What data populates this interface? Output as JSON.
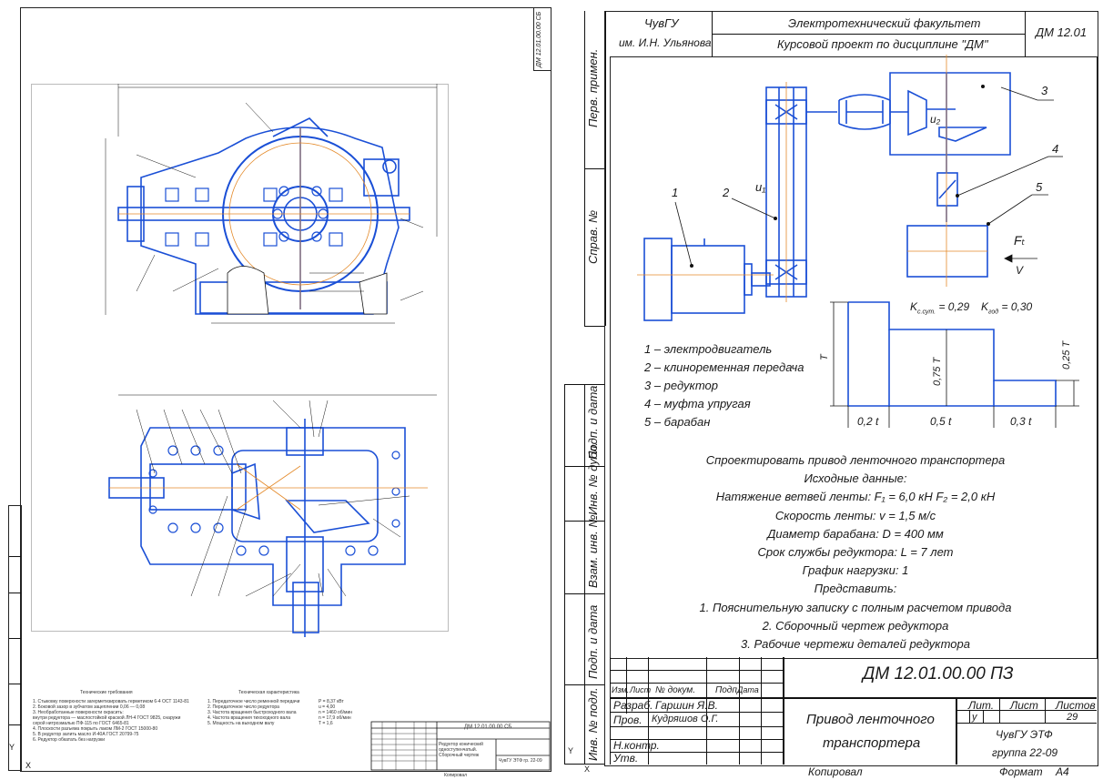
{
  "left_sheet": {
    "side_code": "ДМ 12.01.00.00 СБ",
    "notes_title": "Технические требования",
    "notes_lines": [
      "1. Стыковку поверхности загерметизировать герметиком 6-4 ОСТ 1143-81",
      "2. Боковой зазор в зубчатом зацеплении 0,06 — 0,08",
      "3. Необработанные поверхности окрасить:",
      "   внутри редуктора — маслостойкой краской ЛН-4 ГОСТ 9825, снаружи",
      "   серой нитроэмалью ПФ-115 по ГОСТ 6465-81",
      "4. Плоскости разъема покрыть лаком ЛМ-2 ГОСТ 15000-80",
      "5. В редуктор залить масло И-40А ГОСТ 20799-75",
      "6. Редуктор обкатать без нагрузки"
    ],
    "char_title": "Техническая характеристика",
    "char_lines": [
      "1. Передаточное число ременной передачи",
      "2. Передаточное число редуктора",
      "3. Частота вращения быстроходного вала",
      "4. Частота вращения тихоходного вала",
      "5. Мощность на выходном валу"
    ],
    "char_values": [
      "P = 8,37 кВт",
      "u = 4,00",
      "n = 1460 об/мин",
      "n = 17,9 об/мин",
      "T = 1,6"
    ],
    "stamp_code": "ДМ 12.01.00.00 СБ",
    "stamp_title": "Редуктор конический одноступенчатый. Сборочный чертеж",
    "stamp_org": "ЧувГУ ЭТФ гр. 22-09",
    "bottom_label": "Копировал"
  },
  "right_sheet": {
    "header": {
      "uni_line1": "ЧувГУ",
      "uni_line2": "им. И.Н. Ульянова",
      "faculty": "Электротехнический факультет",
      "course": "Курсовой проект по дисциплине \"ДМ\"",
      "code": "ДМ 12.01"
    },
    "side_labels": [
      "Перв. примен.",
      "Справ. №",
      "Подп. и дата",
      "Инв. № дубл.",
      "Взам. инв. №",
      "Подп. и дата",
      "Инв. № подл."
    ],
    "scheme": {
      "u1": "u₁",
      "u2": "u₂",
      "labels": [
        "1",
        "2",
        "3",
        "4",
        "5"
      ],
      "force": "Fₜ",
      "velocity": "V"
    },
    "load_graph": {
      "k1": "K",
      "k1_sub": "с.сут.",
      "k1_val": "= 0,29",
      "k2": "K",
      "k2_sub": "год",
      "k2_val": "= 0,30",
      "y_T": "T",
      "y_075": "0,75 T",
      "y_025": "0,25 T",
      "x1": "0,2 t",
      "x2": "0,5 t",
      "x3": "0,3 t"
    },
    "legend": [
      "1 – электродвигатель",
      "2 – клиноременная передача",
      "3 – редуктор",
      "4 – муфта упругая",
      "5 – барабан"
    ],
    "task": [
      "Спроектировать привод ленточного транспортера",
      "Исходные данные:",
      "Натяжение ветвей ленты:  F₁ = 6,0 кН   F₂ = 2,0 кН",
      "Скорость ленты: v = 1,5 м/с",
      "Диаметр барабана: D = 400 мм",
      "Срок службы редуктора: L = 7 лет",
      "График нагрузки: 1",
      "Представить:",
      "1. Пояснительную записку с полным расчетом привода",
      "2. Сборочный чертеж редуктора",
      "3. Рабочие чертежи деталей редуктора"
    ],
    "stamp": {
      "doc_code": "ДМ 12.01.00.00 ПЗ",
      "col_izm": "Изм.",
      "col_list": "Лист",
      "col_doc": "№ докум.",
      "col_sign": "Подп.",
      "col_date": "Дата",
      "razrab_label": "Разраб.",
      "razrab_name": "Гаршин Я.В.",
      "prov_label": "Пров.",
      "prov_name": "Кудряшов О.Г.",
      "nkontr_label": "Н.контр.",
      "utv_label": "Утв.",
      "title_line1": "Привод ленточного",
      "title_line2": "транспортера",
      "lit_label": "Лит.",
      "sheet_label": "Лист",
      "sheets_label": "Листов",
      "lit_value": "у",
      "sheets_value": "29",
      "org_line1": "ЧувГУ ЭТФ",
      "org_line2": "группа 22-09",
      "copied": "Копировал",
      "format_label": "Формат",
      "format_value": "А4"
    }
  }
}
